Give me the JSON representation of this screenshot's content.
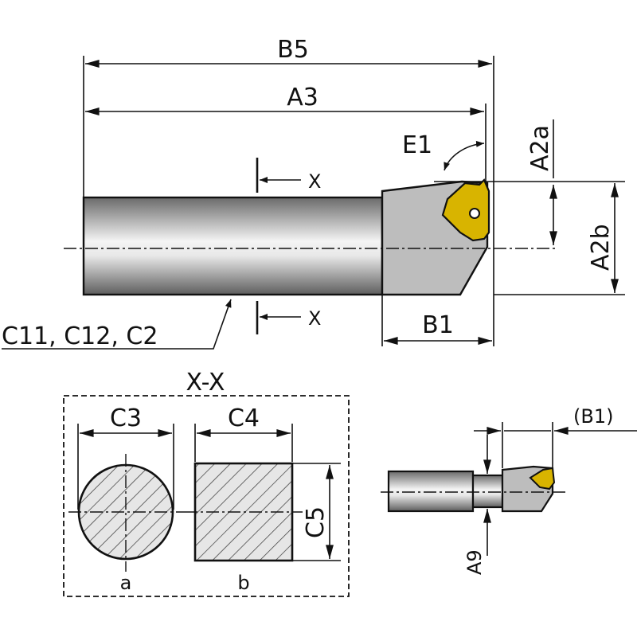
{
  "labels": {
    "b5": "B5",
    "a3": "A3",
    "e1": "E1",
    "a2a": "A2a",
    "a2b": "A2b",
    "b1": "B1",
    "x_top": "X",
    "x_bottom": "X",
    "c_codes": "C11, C12, C2",
    "section": "X-X",
    "c3": "C3",
    "c4": "C4",
    "c5": "C5",
    "a": "a",
    "b": "b",
    "b1_ref": "(B1)",
    "a9": "A9"
  },
  "colors": {
    "line": "#111111",
    "shank_dark": "#6e6e6e",
    "shank_light": "#f2f2f2",
    "head": "#bdbdbd",
    "insert": "#d8b400",
    "hatch_bg": "#e6e6e6"
  }
}
